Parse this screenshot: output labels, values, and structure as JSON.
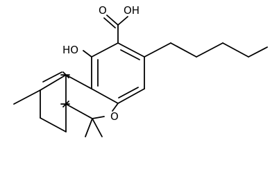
{
  "labels": {
    "carboxyl_o": "O",
    "carboxyl_oh": "OH",
    "phenol_oh": "HO",
    "ring_o": "O"
  }
}
